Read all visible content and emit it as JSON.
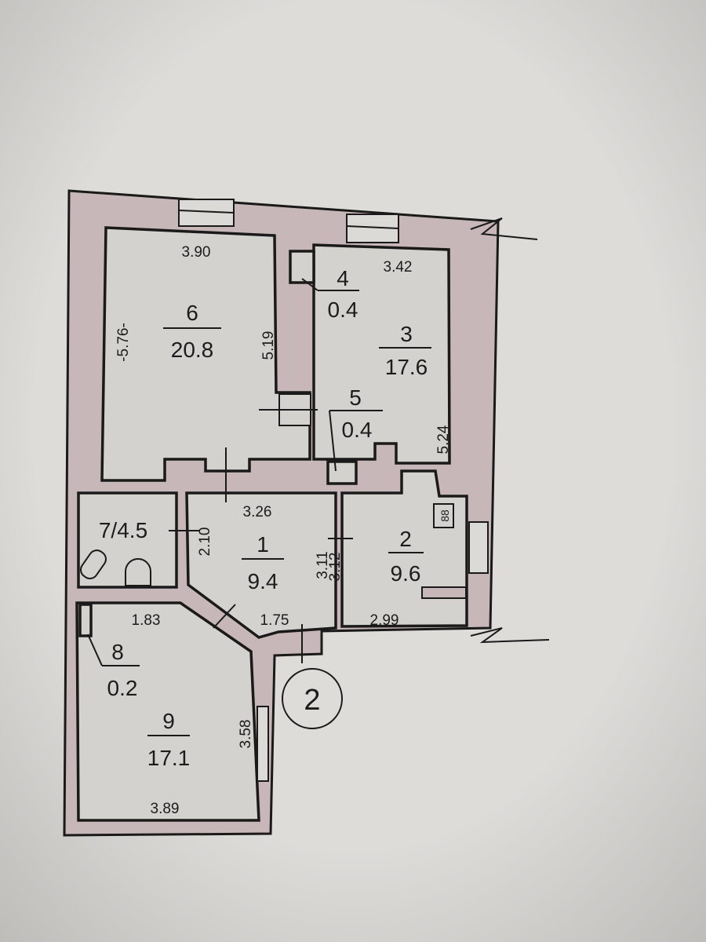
{
  "plan": {
    "rooms": [
      {
        "number": "6",
        "area": "20.8",
        "width": "3.90",
        "length_left": "-5.76-",
        "length_right": "5.19"
      },
      {
        "number": "4",
        "area": "0.4"
      },
      {
        "number": "3",
        "area": "17.6",
        "width": "3.42",
        "length": "5.24"
      },
      {
        "number": "5",
        "area": "0.4"
      },
      {
        "number": "1",
        "area": "9.4",
        "width": "3.26",
        "length_left": "2.10",
        "length_right": "3.11",
        "bottom": "1.75"
      },
      {
        "number": "2",
        "area": "9.6",
        "length": "3.12",
        "width": "2.99"
      },
      {
        "label": "7/4.5"
      },
      {
        "number": "8",
        "area": "0.2",
        "width": "1.83"
      },
      {
        "number": "9",
        "area": "17.1",
        "length": "3.58",
        "width": "3.89"
      }
    ],
    "section_marker": "2",
    "stove_label": "88"
  },
  "colors": {
    "wall": "#c8b7b9",
    "floor": "#d4d2ce",
    "paper": "#d8d7d4"
  }
}
